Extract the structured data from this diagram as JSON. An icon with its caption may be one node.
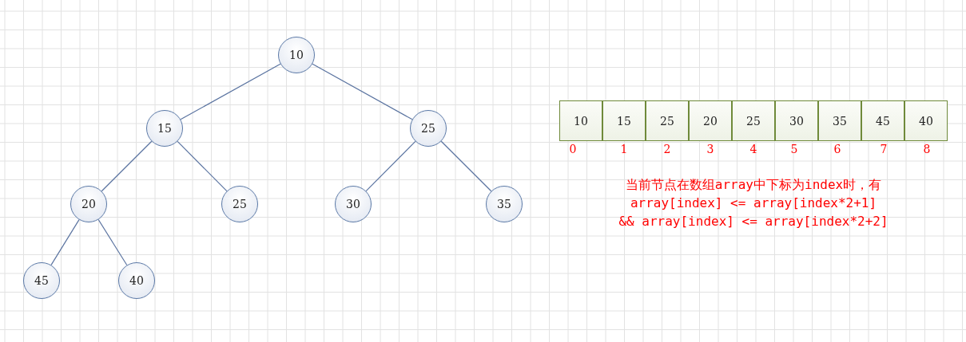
{
  "diagram": {
    "nodes": [
      {
        "text": [
          "10"
        ]
      },
      {
        "text": [
          "15"
        ]
      },
      {
        "text": [
          "25"
        ]
      },
      {
        "text": [
          "20"
        ]
      },
      {
        "text": [
          "25"
        ]
      },
      {
        "text": [
          "30"
        ]
      },
      {
        "text": [
          "35"
        ]
      },
      {
        "text": [
          "45"
        ]
      },
      {
        "text": [
          "40"
        ]
      },
      {
        "text": [
          "10"
        ]
      },
      {
        "text": [
          "15"
        ]
      },
      {
        "text": [
          "25"
        ]
      },
      {
        "text": [
          "20"
        ]
      },
      {
        "text": [
          "25"
        ]
      },
      {
        "text": [
          "30"
        ]
      },
      {
        "text": [
          "35"
        ]
      },
      {
        "text": [
          "45"
        ]
      },
      {
        "text": [
          "40"
        ]
      }
    ],
    "edges": [
      {
        "from": 0,
        "to": 1,
        "arrow": "none"
      },
      {
        "from": 0,
        "to": 2,
        "arrow": "none"
      },
      {
        "from": 1,
        "to": 3,
        "arrow": "none"
      },
      {
        "from": 1,
        "to": 4,
        "arrow": "none"
      },
      {
        "from": 2,
        "to": 5,
        "arrow": "none"
      },
      {
        "from": 2,
        "to": 6,
        "arrow": "none"
      },
      {
        "from": 3,
        "to": 7,
        "arrow": "none"
      },
      {
        "from": 3,
        "to": 8,
        "arrow": "none"
      }
    ],
    "labels": [
      "0",
      "1",
      "2",
      "3",
      "4",
      "5",
      "6",
      "7",
      "8",
      "当前节点在数组array中下标为index时，有",
      "array[index] <= array[index*2+1]",
      "&& array[index] <= array[index*2+2]"
    ]
  }
}
